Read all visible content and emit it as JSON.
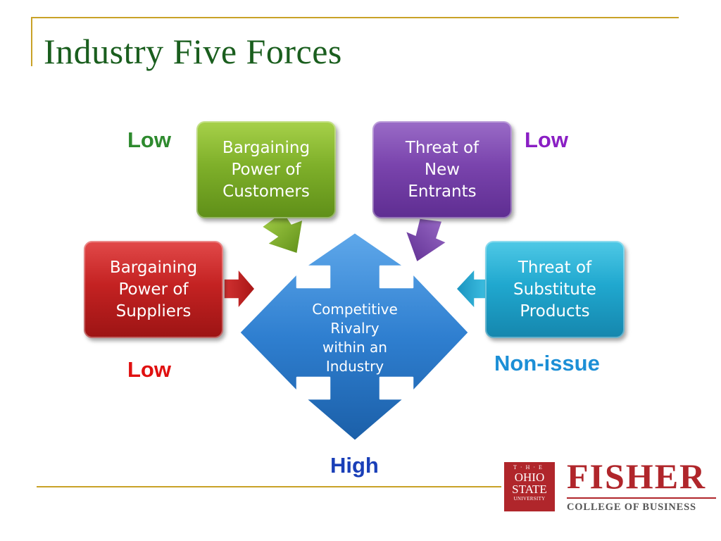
{
  "slide": {
    "title": "Industry Five Forces"
  },
  "forces": {
    "customers": {
      "label": "Bargaining\nPower of\nCustomers",
      "rating": "Low",
      "color": "#7fb02a",
      "rating_color": "#2e8a2e"
    },
    "new_entrants": {
      "label": "Threat of\nNew\nEntrants",
      "rating": "Low",
      "color": "#7a44ad",
      "rating_color": "#8a1fc4"
    },
    "suppliers": {
      "label": "Bargaining\nPower of\nSuppliers",
      "rating": "Low",
      "color": "#c42222",
      "rating_color": "#e01010"
    },
    "substitutes": {
      "label": "Threat of\nSubstitute\nProducts",
      "rating": "Non-issue",
      "color": "#20a8cf",
      "rating_color": "#1c8fd6"
    }
  },
  "rivalry": {
    "label": "Competitive\nRivalry\nwithin an\nIndustry",
    "rating": "High",
    "color": "#2f7fd0",
    "rating_color": "#1a3fb8"
  },
  "logo": {
    "seal_the": "T·H·E",
    "seal_ohio": "OHIO",
    "seal_state": "STATE",
    "seal_university": "UNIVERSITY",
    "name": "FISHER",
    "subtitle": "COLLEGE OF BUSINESS",
    "color": "#b0262b"
  },
  "theme": {
    "title_color": "#1a5e1e",
    "rule_color": "#c9a227"
  }
}
